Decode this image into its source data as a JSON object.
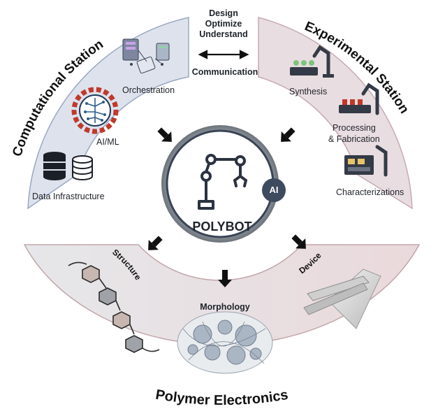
{
  "center": {
    "title": "POLYBOT",
    "ai_badge": "AI"
  },
  "top_text": {
    "lines": [
      "Design",
      "Optimize",
      "Understand"
    ],
    "communication": "Communication"
  },
  "computational_station": {
    "title": "Computational Station",
    "items": [
      "Orchestration",
      "AI/ML",
      "Data Infrastructure"
    ],
    "colors": {
      "panel": "#dde2ec"
    }
  },
  "experimental_station": {
    "title": "Experimental Station",
    "items": [
      "Synthesis",
      "Processing",
      "& Fabrication",
      "Characterizations"
    ],
    "colors": {
      "panel": "#e8dde1"
    }
  },
  "polymer_electronics": {
    "title": "Polymer Electronics",
    "sections": [
      "Structure",
      "Morphology",
      "Device"
    ],
    "colors": {
      "band_start": "#e8e8e8",
      "band_end": "#e8dcdc"
    }
  },
  "icons": [
    "robot-arm-icon",
    "server-cluster-icon",
    "ai-brain-gear-icon",
    "database-icon",
    "lab-robot-icon",
    "double-arrow-icon",
    "down-arrow-icon"
  ]
}
